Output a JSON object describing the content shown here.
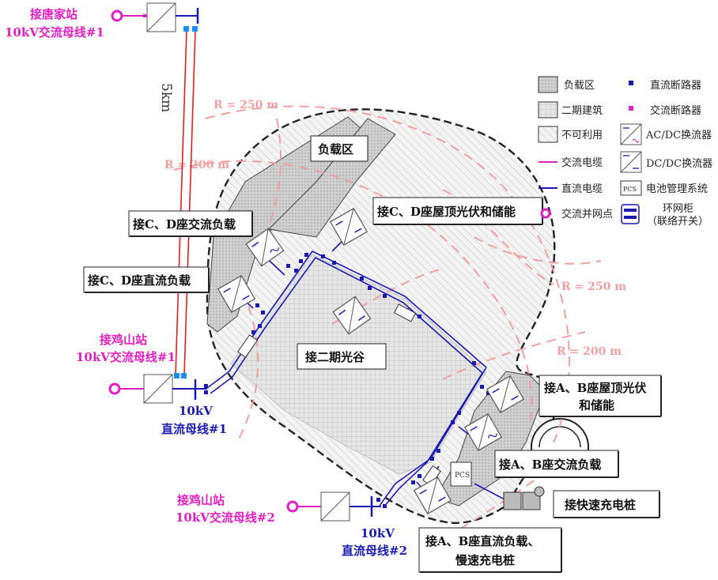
{
  "ext_sources": {
    "tangjia": {
      "line1": "接唐家站",
      "line2": "10kV交流母线#1"
    },
    "jishan1": {
      "line1": "接鸡山站",
      "line2": "10kV交流母线#1"
    },
    "jishan2": {
      "line1": "接鸡山站",
      "line2": "10kV交流母线#2"
    }
  },
  "dc_bus1": {
    "line1": "10kV",
    "line2": "直流母线#1"
  },
  "dc_bus2": {
    "line1": "10kV",
    "line2": "直流母线#2"
  },
  "distance_label": "5km",
  "radius_labels": {
    "r250_top": "R = 250 m",
    "r200_left": "R = 200 m",
    "r250_right": "R = 250 m",
    "r200_right": "R = 200 m"
  },
  "area_labels": {
    "load_zone": "负载区",
    "phase2_valley": "接二期光谷"
  },
  "callouts": {
    "cd_ac_load": "接C、D座交流负载",
    "cd_dc_load": "接C、D座直流负载",
    "cd_roof_pv": "接C、D座屋顶光伏和储能",
    "ab_roof_pv_1": "接A、B座屋顶光伏",
    "ab_roof_pv_2": "和储能",
    "ab_ac_load": "接A、B座交流负载",
    "fast_charge": "接快速充电桩",
    "ab_dc_load_1": "接A、B座直流负载、",
    "ab_dc_load_2": "慢速充电桩"
  },
  "pcs_label": "PCS",
  "legend": {
    "items": [
      {
        "label": "负载区"
      },
      {
        "label": "二期建筑"
      },
      {
        "label": "不可利用"
      },
      {
        "label": "交流电缆"
      },
      {
        "label": "直流电缆"
      },
      {
        "label": "交流并网点"
      },
      {
        "label": "直流断路器"
      },
      {
        "label": "交流断路器"
      },
      {
        "label": "AC/DC换流器"
      },
      {
        "label": "DC/DC换流器"
      },
      {
        "label": "电池管理系统"
      },
      {
        "label_1": "环网柜",
        "label_2": "（联络开关）"
      }
    ],
    "pcs_icon_text": "PCS"
  },
  "colors": {
    "ac": "#e020c0",
    "dc": "#1a1ab0",
    "red": "#e02020",
    "radius": "#f0a0a0"
  }
}
